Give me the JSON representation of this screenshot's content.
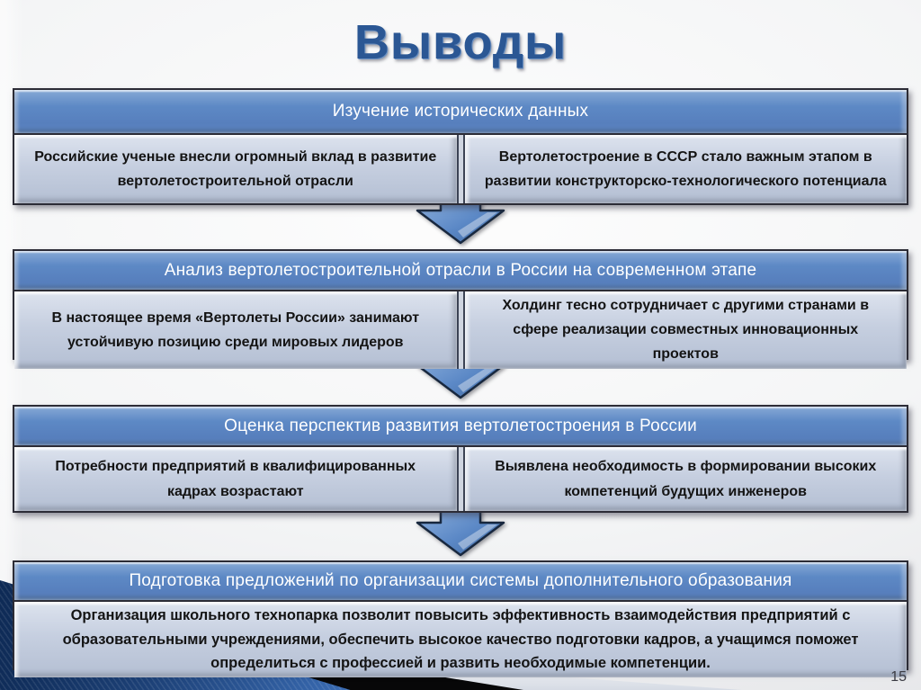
{
  "slide": {
    "title": "Выводы",
    "page_number": "15",
    "colors": {
      "title_blue": "#2b5794",
      "header_blue": "#5d89c5",
      "cell_bg": "#c6cfe0",
      "corner_navy": "#1d4177",
      "corner_black": "#070708"
    },
    "blocks": [
      {
        "header": "Изучение исторических данных",
        "cells": [
          "Российские ученые внесли огромный вклад в развитие вертолетостроительной отрасли",
          "Вертолетостроение в СССР стало важным этапом в развитии конструкторско-технологического потенциала"
        ]
      },
      {
        "header": "Анализ вертолетостроительной отрасли в России на современном этапе",
        "cells": [
          "В настоящее время «Вертолеты России» занимают устойчивую позицию среди мировых лидеров",
          "Холдинг тесно сотрудничает с другими странами в сфере реализации совместных инновационных проектов"
        ]
      },
      {
        "header": "Оценка перспектив развития вертолетостроения в России",
        "cells": [
          "Потребности предприятий в квалифицированных кадрах возрастают",
          "Выявлена необходимость в формировании высоких компетенций будущих инженеров"
        ]
      },
      {
        "header": "Подготовка предложений по организации системы дополнительного образования",
        "cells": [
          "Организация школьного технопарка позволит повысить эффективность взаимодействия предприятий с образовательными учреждениями, обеспечить высокое качество подготовки кадров, а учащимся поможет определиться с профессией и развить необходимые компетенции."
        ]
      }
    ]
  }
}
